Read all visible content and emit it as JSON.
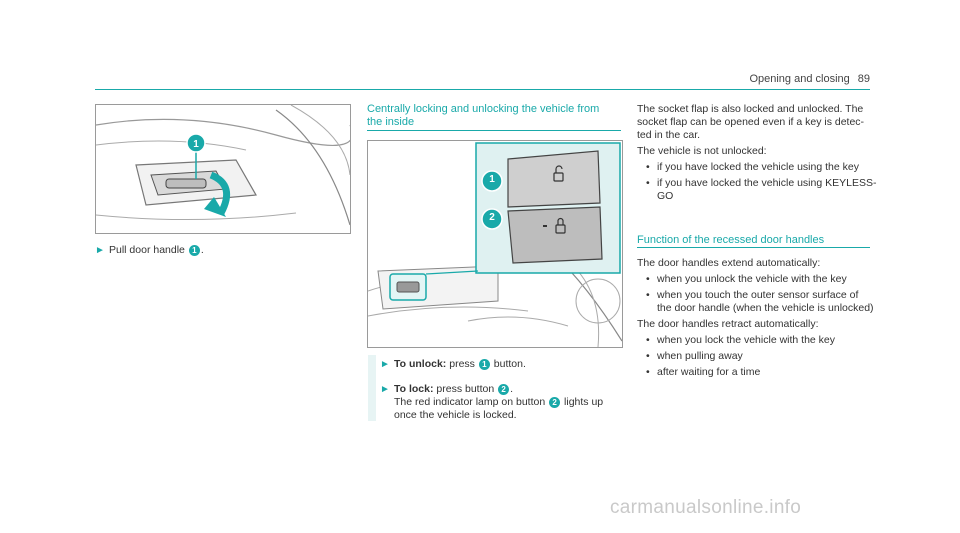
{
  "header": {
    "title": "Opening and closing",
    "page_number": "89"
  },
  "left_column": {
    "step_text_prefix": "Pull door handle",
    "step_badge": "1",
    "step_text_suffix": "."
  },
  "middle_column": {
    "section_title_line1": "Centrally locking and unlocking the vehicle from",
    "section_title_line2": "the inside",
    "illustration_badges": [
      "1",
      "2"
    ],
    "step1": {
      "label": "To unlock:",
      "text_before": "press",
      "badge": "1",
      "text_after": "button."
    },
    "step2": {
      "label": "To lock:",
      "text_before": "press button",
      "badge": "2",
      "text_after": ".",
      "note_before": "The red indicator lamp on button",
      "note_badge": "2",
      "note_after": "lights up",
      "note_line2": "once the vehicle is locked."
    }
  },
  "right_column": {
    "para1_lines": [
      "The socket flap is also locked and unlocked. The",
      "socket flap can be opened even if a key is detec-",
      "ted in the car."
    ],
    "para2": "The vehicle is not unlocked:",
    "bullets1": [
      "if you have locked the vehicle using the key"
    ],
    "bullet_keyless_line1": "if you have locked the vehicle using KEYLESS-",
    "bullet_keyless_line2": "GO",
    "section_title": "Function of the recessed door handles",
    "para3": "The door handles extend automatically:",
    "bullets2_a": "when you unlock the vehicle with the key",
    "bullets2_b_line1": "when you touch the outer sensor surface of",
    "bullets2_b_line2": "the door handle (when the vehicle is unlocked)",
    "para4": "The door handles retract automatically:",
    "bullets3": [
      "when you lock the vehicle with the key",
      "when pulling away",
      "after waiting for a time"
    ]
  },
  "watermark": "carmanualsonline.info",
  "colors": {
    "accent": "#19a9a9",
    "text": "#333333"
  }
}
